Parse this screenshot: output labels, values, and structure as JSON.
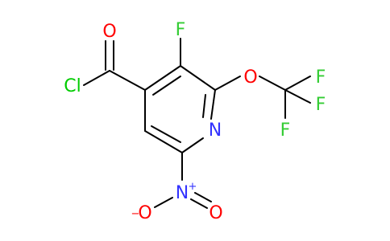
{
  "molecule": {
    "atoms": {
      "cl": "Cl",
      "o_carbonyl": "O",
      "f_ring": "F",
      "o_ether": "O",
      "f_cf3_right_top": "F",
      "f_cf3_right_bottom": "F",
      "f_cf3_bottom": "F",
      "n_ring": "N",
      "n_nitro": "N",
      "o_nitro_left": "O",
      "o_nitro_right": "O"
    },
    "charges": {
      "n_nitro": "+",
      "o_nitro_left": "−"
    },
    "colors": {
      "bond": "#000000",
      "carbon_text": "#000000",
      "chlorine": "#00cc00",
      "oxygen": "#ff0000",
      "fluorine": "#33cc33",
      "nitrogen": "#3333ff"
    }
  }
}
